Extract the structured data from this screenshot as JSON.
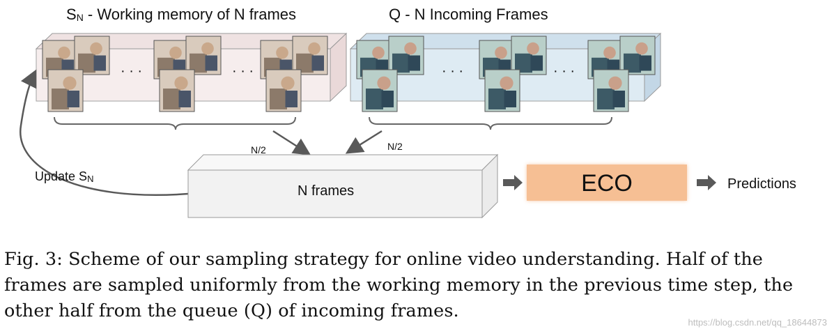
{
  "diagram": {
    "memory_label": "S",
    "memory_label_sub": "N",
    "memory_label_rest": " - Working memory of N frames",
    "queue_label": "Q - N Incoming Frames",
    "half_left": "N/2",
    "half_right": "N/2",
    "update_label": "Update S",
    "update_label_sub": "N",
    "frames_box_label": "N frames",
    "eco_label": "ECO",
    "predictions_label": "Predictions",
    "ellipsis": "· · ·",
    "colors": {
      "memory_block": "#f6ecec",
      "queue_block": "#dbe9f2",
      "frames_box": "#f2f2f2",
      "eco_box": "#f6bf94",
      "arrow": "#595959"
    }
  },
  "caption": {
    "text": "Fig. 3: Scheme of our sampling strategy for online video understanding. Half of the frames are sampled uniformly from the working memory in the previous time step, the other half from the queue (Q) of incoming frames."
  },
  "watermark": "https://blog.csdn.net/qq_18644873"
}
